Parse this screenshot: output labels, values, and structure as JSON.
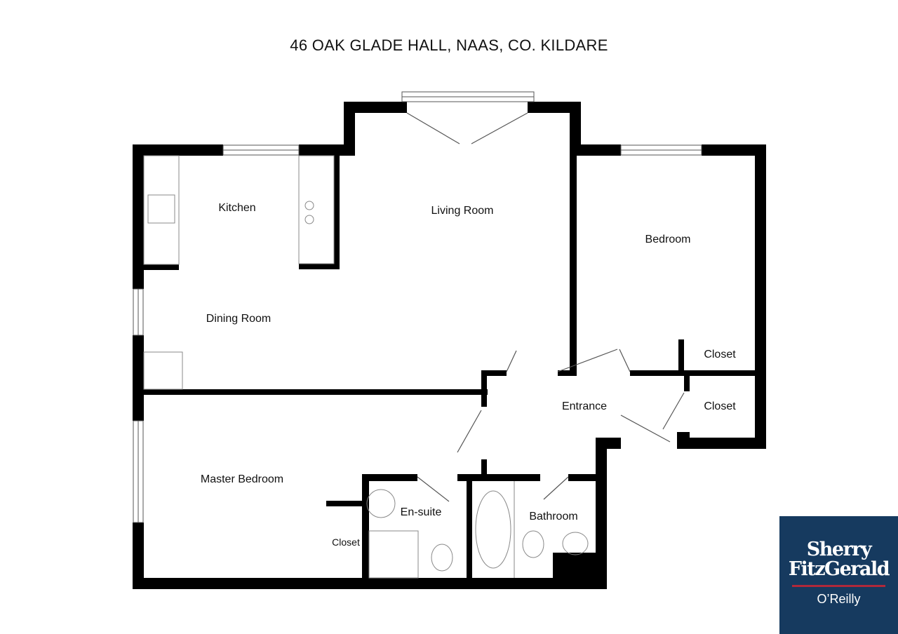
{
  "title": "46 OAK GLADE HALL, NAAS, CO. KILDARE",
  "rooms": {
    "kitchen": "Kitchen",
    "living_room": "Living Room",
    "bedroom": "Bedroom",
    "dining_room": "Dining Room",
    "closet_1": "Closet",
    "closet_2": "Closet",
    "entrance": "Entrance",
    "master_bedroom": "Master Bedroom",
    "en_suite": "En-suite",
    "bathroom": "Bathroom",
    "closet_master": "Closet"
  },
  "logo": {
    "line1": "Sherry",
    "line2": "FitzGerald",
    "sub": "O’Reilly"
  },
  "colors": {
    "wall": "#000000",
    "logo_bg": "#163a5f",
    "logo_rule": "#b0283a"
  }
}
